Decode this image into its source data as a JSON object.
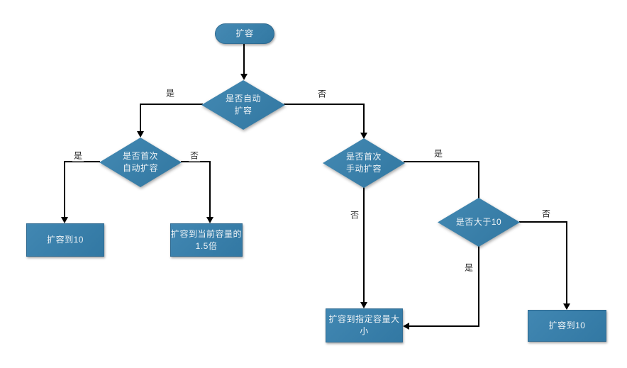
{
  "nodes": {
    "start": {
      "label": "扩容"
    },
    "auto_decision": {
      "line1": "是否自动",
      "line2": "扩容"
    },
    "first_auto_decision": {
      "line1": "是否首次",
      "line2": "自动扩容"
    },
    "first_manual_decision": {
      "line1": "是否首次",
      "line2": "手动扩容"
    },
    "greater_than_10_decision": {
      "label": "是否大于10"
    },
    "expand_to_10_left": {
      "label": "扩容到10"
    },
    "expand_current_capacity": {
      "line1": "扩容到当前容量的",
      "line2": "1.5倍"
    },
    "expand_specified_size": {
      "label": "扩容到指定容量大小"
    },
    "expand_to_10_right": {
      "label": "扩容到10"
    }
  },
  "edge_labels": {
    "auto_yes": "是",
    "auto_no": "否",
    "first_auto_yes": "是",
    "first_auto_no": "否",
    "first_manual_yes": "是",
    "first_manual_no": "否",
    "gt10_yes": "是",
    "gt10_no": "否"
  },
  "colors": {
    "shape_fill": "#3580ad",
    "shape_text": "#f0f4f7",
    "line": "#000000",
    "background": "#ffffff"
  }
}
